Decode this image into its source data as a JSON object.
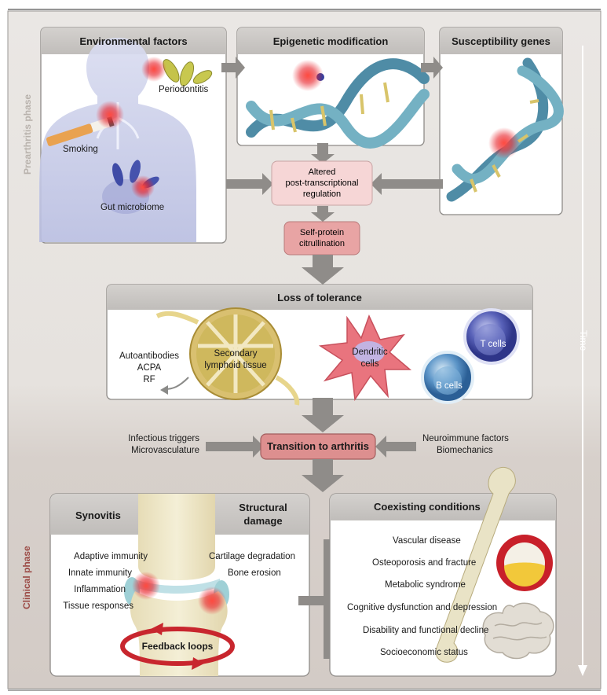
{
  "phases": {
    "prearthritis": "Prearthritis phase",
    "clinical": "Clinical phase",
    "time": "Time"
  },
  "environmental": {
    "title": "Environmental factors",
    "periodontitis": "Periodontitis",
    "smoking": "Smoking",
    "gut": "Gut microbiome"
  },
  "epigenetic": {
    "title": "Epigenetic modification"
  },
  "susceptibility": {
    "title": "Susceptibility genes"
  },
  "altered": {
    "line1": "Altered",
    "line2": "post-transcriptional",
    "line3": "regulation"
  },
  "citrullination": {
    "line1": "Self-protein",
    "line2": "citrullination"
  },
  "tolerance": {
    "title": "Loss of tolerance",
    "autoantibodies": "Autoantibodies",
    "acpa": "ACPA",
    "rf": "RF",
    "lymphoid1": "Secondary",
    "lymphoid2": "lymphoid tissue",
    "dendritic1": "Dendritic",
    "dendritic2": "cells",
    "tcells": "T cells",
    "bcells": "B cells"
  },
  "transition": {
    "label": "Transition to arthritis",
    "left1": "Infectious triggers",
    "left2": "Microvasculature",
    "right1": "Neuroimmune factors",
    "right2": "Biomechanics"
  },
  "synovitis": {
    "title": "Synovitis",
    "items": [
      "Adaptive immunity",
      "Innate immunity",
      "Inflammation",
      "Tissue responses"
    ],
    "feedback": "Feedback loops"
  },
  "structural": {
    "title1": "Structural",
    "title2": "damage",
    "items": [
      "Cartilage degradation",
      "Bone erosion"
    ]
  },
  "coexisting": {
    "title": "Coexisting conditions",
    "items": [
      "Vascular disease",
      "Osteoporosis and fracture",
      "Metabolic syndrome",
      "Cognitive dysfunction and depression",
      "Disability and functional decline",
      "Socioeconomic status"
    ]
  },
  "colors": {
    "panel_header": "#c9c6c3",
    "panel_body": "#ffffff",
    "arrow": "#8f8c89",
    "pink_box": "#f6d6d6",
    "red_box": "#e8a4a4",
    "transition_box": "#dd8f8f",
    "clinical_band": "#d8d2cd"
  }
}
